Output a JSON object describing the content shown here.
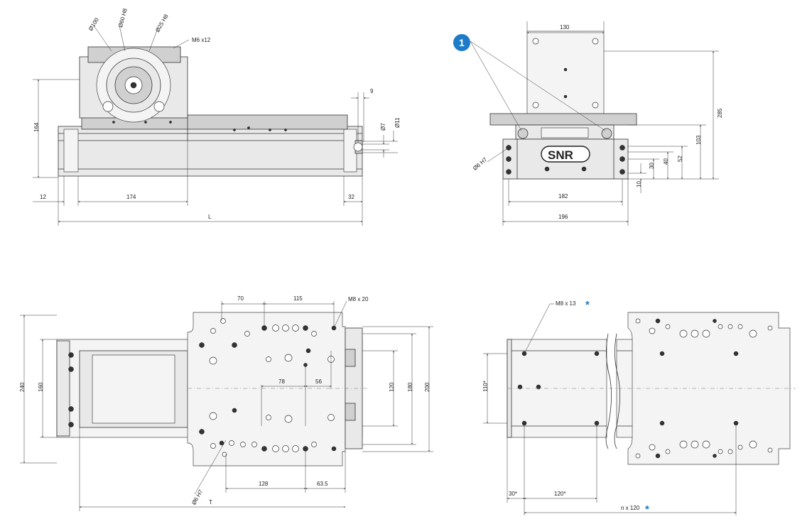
{
  "views": {
    "front": {
      "callouts": {
        "d100": "Ø100",
        "d60": "Ø60 H8",
        "d25": "Ø25 H8",
        "m6": "M6 x12"
      },
      "dims": {
        "h164": "164",
        "w9": "9",
        "d7": "Ø7",
        "d11": "Ø11",
        "w12": "12",
        "w174": "174",
        "w32": "32",
        "L": "L"
      }
    },
    "side": {
      "badge": "1",
      "logo": "SNR",
      "dims": {
        "w130": "130",
        "h285": "285",
        "h103": "103",
        "h52": "52",
        "h40": "40",
        "h30": "30",
        "h10": "10",
        "w182": "182",
        "w196": "196",
        "d6": "Ø6 H7"
      }
    },
    "top": {
      "dims": {
        "w70": "70",
        "w115": "115",
        "m8": "M8 x 20",
        "h240": "240",
        "h160": "160",
        "w78": "78",
        "w56": "56",
        "h120": "120",
        "h180": "180",
        "h200": "200",
        "w128": "128",
        "w63": "63.5",
        "d6": "Ø6 H7",
        "T": "T"
      }
    },
    "base": {
      "dims": {
        "m8": "M8 x 13",
        "star1": "*",
        "h110": "110*",
        "w30": "30*",
        "w120": "120*",
        "n120": "n x 120",
        "star2": "*"
      }
    }
  },
  "colors": {
    "accent": "#1e7bc8",
    "line": "#333333",
    "fill": "#e9e9e9"
  }
}
